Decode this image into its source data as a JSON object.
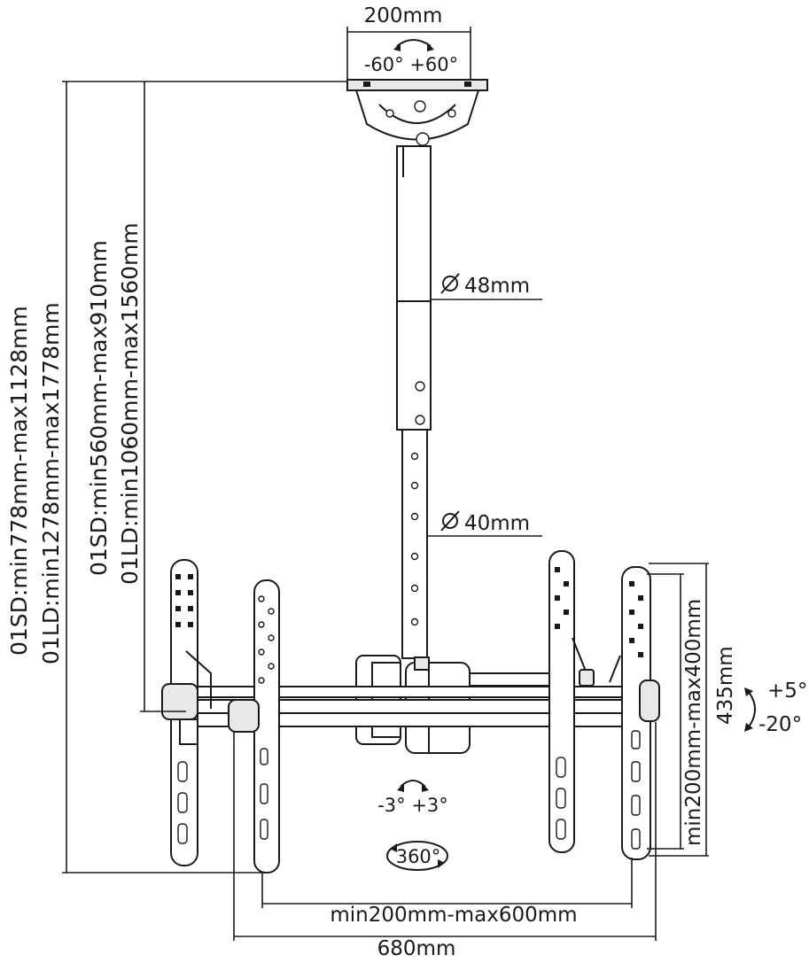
{
  "labels": {
    "top_width": "200mm",
    "top_swivel": "-60° +60°",
    "pole_upper_diameter": "48mm",
    "pole_lower_diameter": "40mm",
    "outer_height_01sd": "01SD:min778mm-max1128mm",
    "outer_height_01ld": "01LD:min1278mm-max1778mm",
    "inner_height_01sd": "01SD:min560mm-max910mm",
    "inner_height_01ld": "01LD:min1060mm-max1560mm",
    "bracket_height": "435mm",
    "vesa_vertical": "min200mm-max400mm",
    "tilt_up": "+5°",
    "tilt_down": "-20°",
    "level_adjust": "-3° +3°",
    "rotation": "360°",
    "vesa_horizontal": "min200mm-max600mm",
    "overall_width": "680mm"
  }
}
